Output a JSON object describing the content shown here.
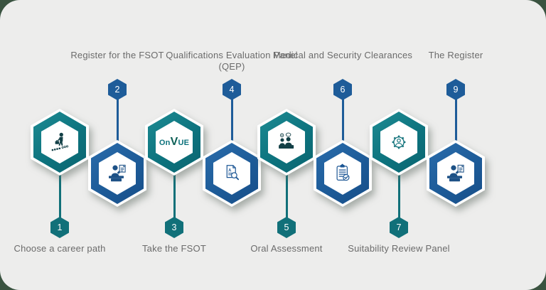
{
  "diagram_type": "process-flow-hexagon-timeline",
  "colors": {
    "background_outer": "#3a5340",
    "card_background": "#ededec",
    "teal_accent": "#0d737e",
    "blue_accent": "#1d5b98",
    "badge_teal": "#117079",
    "badge_blue": "#1e5c99",
    "label_text": "#6b6b6b"
  },
  "steps": [
    {
      "number": "1",
      "label": "Choose a career path",
      "icon": "career-path-icon",
      "color": "teal",
      "label_position": "bottom"
    },
    {
      "number": "2",
      "label": "Register for the FSOT",
      "icon": "person-desk-document-icon",
      "color": "blue",
      "label_position": "top"
    },
    {
      "number": "3",
      "label": "Take the FSOT",
      "icon": "onvue-logo",
      "color": "teal",
      "label_position": "bottom",
      "logo": {
        "on": "On",
        "v": "V",
        "ue": "UE"
      }
    },
    {
      "number": "4",
      "label": "Qualifications Evaluation Panel (QEP)",
      "icon": "document-search-icon",
      "color": "blue",
      "label_position": "top"
    },
    {
      "number": "5",
      "label": "Oral Assessment",
      "icon": "interview-icon",
      "color": "teal",
      "label_position": "bottom"
    },
    {
      "number": "6",
      "label": "Medical and Security Clearances",
      "icon": "clipboard-check-icon",
      "color": "blue",
      "label_position": "top"
    },
    {
      "number": "7",
      "label": "Suitability Review Panel",
      "icon": "gear-person-icon",
      "color": "teal",
      "label_position": "bottom"
    },
    {
      "number": "9",
      "label": "The Register",
      "icon": "person-desk-document-icon",
      "color": "blue",
      "label_position": "top"
    }
  ]
}
